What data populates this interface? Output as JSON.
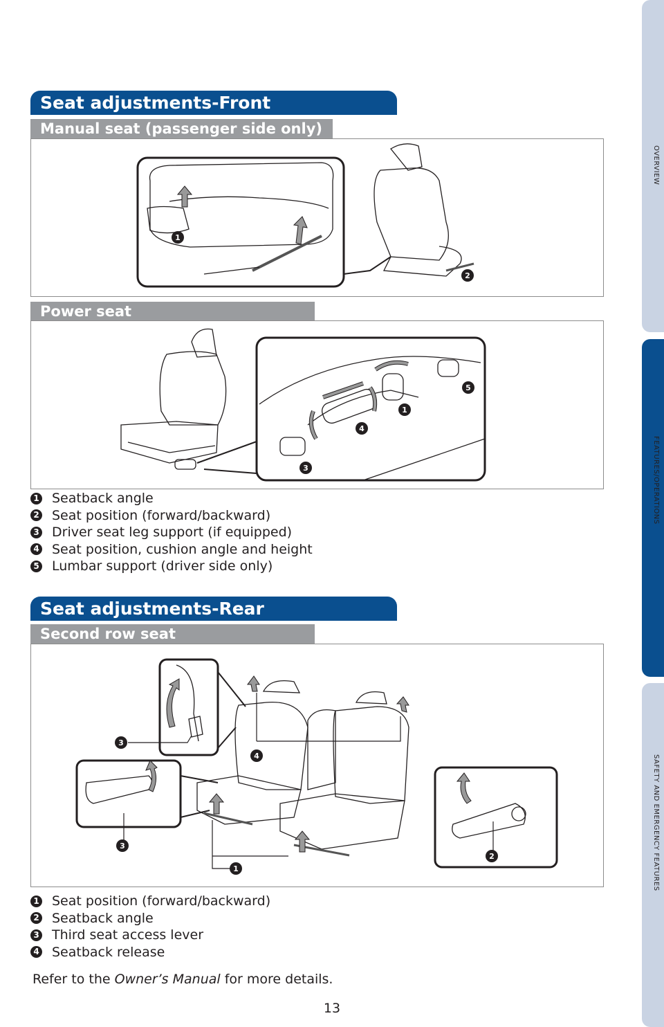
{
  "side_tabs": [
    {
      "label": "OVERVIEW",
      "color": "#c9d3e3"
    },
    {
      "label": "FEATURES/OPERATIONS",
      "color": "#0a4f8f"
    },
    {
      "label": "SAFETY AND EMERGENCY FEATURES",
      "color": "#c9d3e3"
    }
  ],
  "front": {
    "title": "Seat adjustments-Front",
    "manual": {
      "subtitle": "Manual seat (passenger side only)",
      "callouts": [
        "1",
        "2"
      ]
    },
    "power": {
      "subtitle": "Power seat",
      "callouts": [
        "1",
        "3",
        "4",
        "5"
      ]
    },
    "legend": [
      {
        "num": "1",
        "text": "Seatback angle"
      },
      {
        "num": "2",
        "text": "Seat position (forward/backward)"
      },
      {
        "num": "3",
        "text": "Driver seat leg support (if equipped)"
      },
      {
        "num": "4",
        "text": "Seat position, cushion angle and height"
      },
      {
        "num": "5",
        "text": "Lumbar support (driver side only)"
      }
    ]
  },
  "rear": {
    "title": "Seat adjustments-Rear",
    "second_row": {
      "subtitle": "Second row seat",
      "callouts": [
        "3",
        "4",
        "3",
        "1",
        "2"
      ]
    },
    "legend": [
      {
        "num": "1",
        "text": "Seat position (forward/backward)"
      },
      {
        "num": "2",
        "text": "Seatback angle"
      },
      {
        "num": "3",
        "text": "Third seat access lever"
      },
      {
        "num": "4",
        "text": "Seatback release"
      }
    ]
  },
  "footnote": {
    "prefix": "Refer to the ",
    "italic": "Owner’s Manual",
    "suffix": " for more details."
  },
  "page_number": "13",
  "colors": {
    "brand_blue": "#0a4f8f",
    "sub_header_gray": "#9a9c9f"
  }
}
